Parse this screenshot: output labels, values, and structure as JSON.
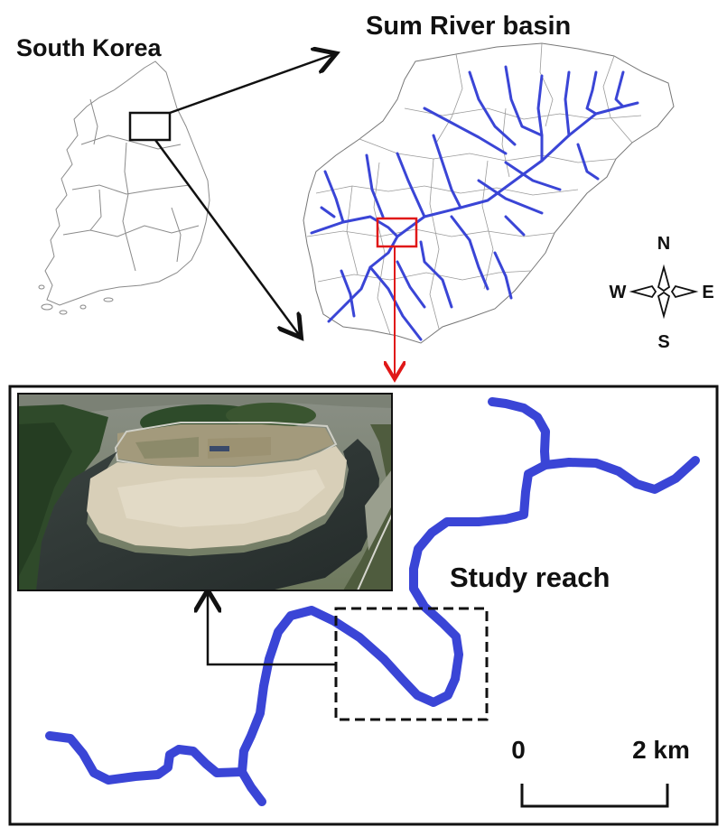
{
  "labels": {
    "country": "South Korea",
    "basin": "Sum River basin",
    "study_reach": "Study reach"
  },
  "compass": {
    "north": "N",
    "south": "S",
    "east": "E",
    "west": "W"
  },
  "scale_bar": {
    "start": "0",
    "end": "2 km"
  },
  "colors": {
    "river": "#3a45d6",
    "highlight": "#e01818",
    "boundary": "#8a8a8a",
    "frame": "#111111"
  },
  "inset_photo": {
    "description_icon": "aerial-photo-of-river-bend"
  }
}
